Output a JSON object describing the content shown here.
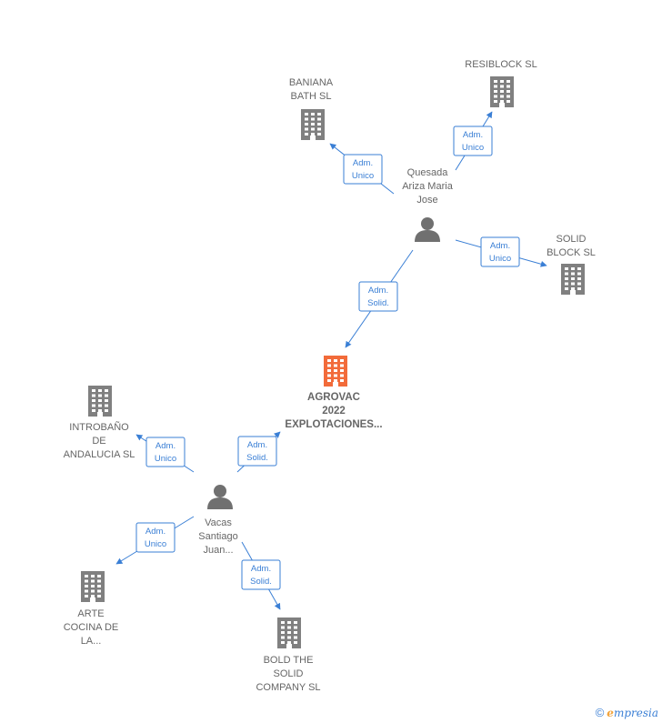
{
  "colors": {
    "edge": "#3a7fd5",
    "company": "#808080",
    "company_main": "#f26b3a",
    "person": "#707070",
    "label": "#666666"
  },
  "nodes": [
    {
      "id": "agrovac",
      "type": "company",
      "main": true,
      "lines": [
        "AGROVAC",
        "2022",
        "EXPLOTACIONES..."
      ]
    },
    {
      "id": "quesada",
      "type": "person",
      "lines": [
        "Quesada",
        "Ariza Maria",
        "Jose"
      ]
    },
    {
      "id": "baniana",
      "type": "company",
      "lines": [
        "BANIANA",
        "BATH  SL"
      ]
    },
    {
      "id": "resiblock",
      "type": "company",
      "lines": [
        "RESIBLOCK  SL"
      ]
    },
    {
      "id": "solidblock",
      "type": "company",
      "lines": [
        "SOLID",
        "BLOCK SL"
      ]
    },
    {
      "id": "vacas",
      "type": "person",
      "lines": [
        "Vacas",
        "Santiago",
        "Juan..."
      ]
    },
    {
      "id": "introbano",
      "type": "company",
      "lines": [
        "INTROBAÑO",
        "DE",
        "ANDALUCIA SL"
      ]
    },
    {
      "id": "arte",
      "type": "company",
      "lines": [
        "ARTE",
        "COCINA DE",
        "LA..."
      ]
    },
    {
      "id": "bold",
      "type": "company",
      "lines": [
        "BOLD THE",
        "SOLID",
        "COMPANY  SL"
      ]
    }
  ],
  "edges": [
    {
      "from": "quesada",
      "to": "baniana",
      "lines": [
        "Adm.",
        "Unico"
      ]
    },
    {
      "from": "quesada",
      "to": "resiblock",
      "lines": [
        "Adm.",
        "Unico"
      ]
    },
    {
      "from": "quesada",
      "to": "solidblock",
      "lines": [
        "Adm.",
        "Unico"
      ]
    },
    {
      "from": "quesada",
      "to": "agrovac",
      "lines": [
        "Adm.",
        "Solid."
      ]
    },
    {
      "from": "vacas",
      "to": "introbano",
      "lines": [
        "Adm.",
        "Unico"
      ]
    },
    {
      "from": "vacas",
      "to": "agrovac",
      "lines": [
        "Adm.",
        "Solid."
      ]
    },
    {
      "from": "vacas",
      "to": "arte",
      "lines": [
        "Adm.",
        "Unico"
      ]
    },
    {
      "from": "vacas",
      "to": "bold",
      "lines": [
        "Adm.",
        "Solid."
      ]
    }
  ],
  "footer": {
    "copyright": "©",
    "brand_initial": "e",
    "brand_rest": "mpresia"
  }
}
